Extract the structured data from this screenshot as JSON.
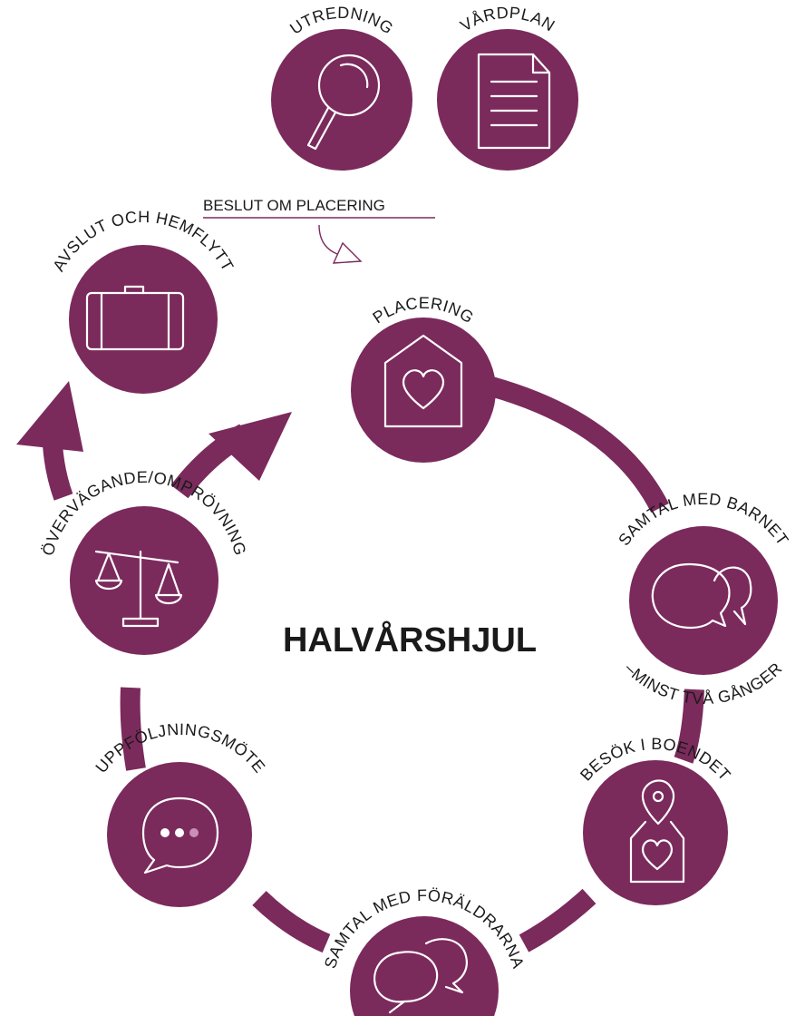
{
  "title": "HALVÅRSHJUL",
  "colors": {
    "accent": "#7b2a5c",
    "text": "#1a1a1a",
    "icon": "#ffffff"
  },
  "top": {
    "utredning": {
      "label": "UTREDNING",
      "icon": "magnifier-icon"
    },
    "vardplan": {
      "label": "VÅRDPLAN",
      "icon": "document-icon"
    },
    "decision_label": "BESLUT OM PLACERING"
  },
  "stations": {
    "avslut": {
      "label": "AVSLUT OCH HEMFLYTT",
      "icon": "suitcase-icon"
    },
    "placering": {
      "label": "PLACERING",
      "icon": "house-heart-icon"
    },
    "samtal_barnet": {
      "label": "SAMTAL MED BARNET",
      "sublabel": "–MINST TVÅ GÅNGER",
      "icon": "speech-bubbles-icon"
    },
    "besok": {
      "label": "BESÖK I BOENDET",
      "icon": "location-tag-icon"
    },
    "samtal_foraldrarna": {
      "label": "SAMTAL MED FÖRÄLDRARNA",
      "icon": "conversation-icon"
    },
    "uppfoljning": {
      "label": "UPPFÖLJNINGSMÖTE",
      "icon": "chat-dots-icon"
    },
    "overvagande": {
      "label": "ÖVERVÄGANDE/OMPRÖVNING",
      "icon": "scales-icon"
    }
  }
}
